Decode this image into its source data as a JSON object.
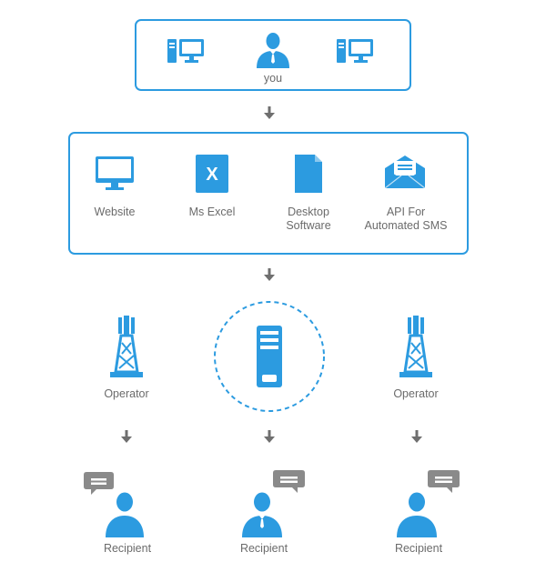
{
  "colors": {
    "accent": "#2c9be0",
    "arrow": "#6f6f6f",
    "bubble": "#8a8a8a",
    "text": "#6b6b6b"
  },
  "top": {
    "label": "you",
    "icons": [
      "desktop-computer-icon",
      "person-icon",
      "desktop-computer-icon"
    ]
  },
  "channels": [
    {
      "icon": "monitor-icon",
      "label": "Website"
    },
    {
      "icon": "excel-icon",
      "label": "Ms Excel",
      "glyph": "X"
    },
    {
      "icon": "document-icon",
      "label": "Desktop\nSoftware"
    },
    {
      "icon": "envelope-icon",
      "label": "API For\nAutomated SMS"
    }
  ],
  "network": {
    "left": {
      "icon": "cell-tower-icon",
      "label": "Operator"
    },
    "center": {
      "icon": "server-icon"
    },
    "right": {
      "icon": "cell-tower-icon",
      "label": "Operator"
    }
  },
  "recipients": [
    {
      "icon": "person-with-message-icon",
      "label": "Recipient"
    },
    {
      "icon": "person-with-message-icon",
      "label": "Recipient"
    },
    {
      "icon": "person-with-message-icon",
      "label": "Recipient"
    }
  ]
}
